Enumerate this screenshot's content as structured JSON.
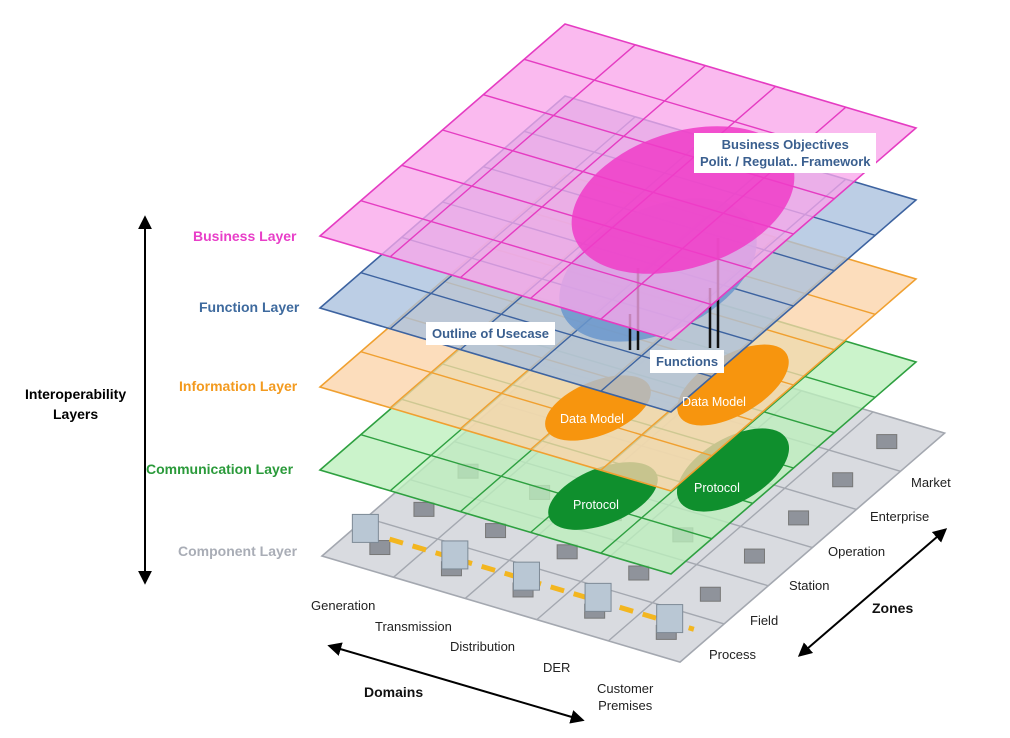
{
  "axis_label": "Interoperability\nLayers",
  "layers": [
    {
      "label": "Business Layer",
      "color": "#e83ec8",
      "fill": "#f9a6ea",
      "line": "#e53cc2"
    },
    {
      "label": "Function Layer",
      "color": "#3e6a9e",
      "fill": "#a9c0de",
      "line": "#3d63a0"
    },
    {
      "label": "Information Layer",
      "color": "#f39a1e",
      "fill": "#fbd3a9",
      "line": "#f0a030"
    },
    {
      "label": "Communication Layer",
      "color": "#2a9a3a",
      "fill": "#bdf0bd",
      "line": "#2ea040"
    },
    {
      "label": "Component Layer",
      "color": "#a9adb6",
      "fill": "#d9dbe0",
      "line": "#a4a8b0"
    }
  ],
  "callouts": {
    "business_objectives": "Business Objectives",
    "framework": "Polit. / Regulat.. Framework",
    "usecase": "Outline of Usecase",
    "functions": "Functions",
    "data_model": "Data Model",
    "protocol": "Protocol"
  },
  "domains": {
    "title": "Domains",
    "items": [
      "Generation",
      "Transmission",
      "Distribution",
      "DER",
      "Customer\nPremises"
    ]
  },
  "zones": {
    "title": "Zones",
    "items": [
      "Process",
      "Field",
      "Station",
      "Operation",
      "Enterprise",
      "Market"
    ]
  }
}
